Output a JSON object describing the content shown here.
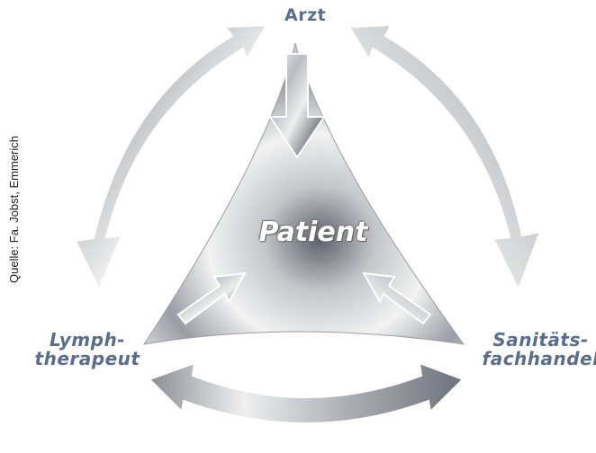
{
  "diagram": {
    "center_label": "Patient",
    "nodes": {
      "top": "Arzt",
      "bottom_left_line1": "Lymph-",
      "bottom_left_line2": "therapeut",
      "bottom_right_line1": "Sanitäts-",
      "bottom_right_line2": "fachhandel"
    },
    "source": "Quelle: Fa. Jobst, Emmerich",
    "colors": {
      "label": "#5a6e8c",
      "arrow_light": "#f2f2f2",
      "arrow_dark": "#6b6f78"
    }
  }
}
